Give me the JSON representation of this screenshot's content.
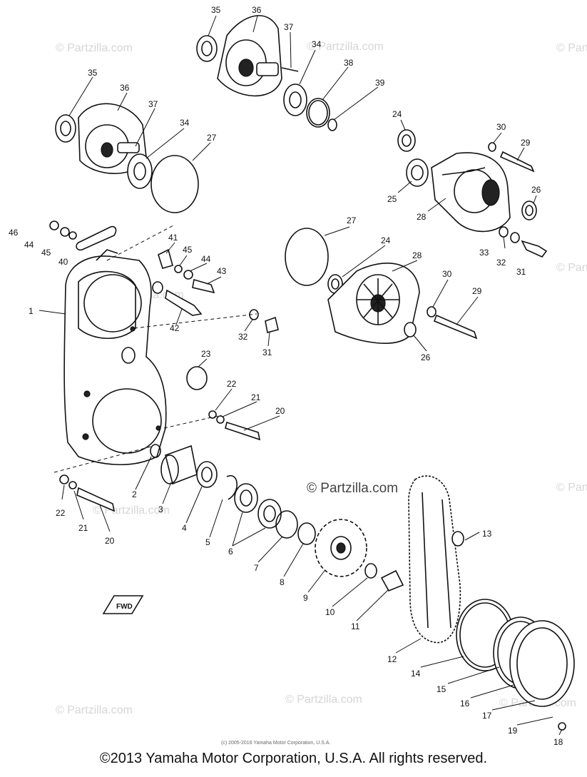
{
  "watermarks": {
    "main": "© Partzilla.com",
    "faint": "© Partzilla.com"
  },
  "fine_print": "(c) 2005-2016 Yamaha Motor Corporation, U.S.A.",
  "copyright": "©2013 Yamaha Motor Corporation, U.S.A. All rights reserved.",
  "fwd_badge": "FWD",
  "labels": {
    "l1": "1",
    "l2": "2",
    "l3": "3",
    "l4": "4",
    "l5": "5",
    "l6": "6",
    "l7": "7",
    "l8": "8",
    "l9": "9",
    "l10": "10",
    "l11": "11",
    "l12": "12",
    "l13": "13",
    "l14": "14",
    "l15": "15",
    "l16": "16",
    "l17": "17",
    "l18": "18",
    "l19": "19",
    "l20a": "20",
    "l20b": "20",
    "l21a": "21",
    "l21b": "21",
    "l22a": "22",
    "l22b": "22",
    "l23": "23",
    "l24a": "24",
    "l24b": "24",
    "l25": "25",
    "l26a": "26",
    "l26b": "26",
    "l27a": "27",
    "l27b": "27",
    "l28a": "28",
    "l28b": "28",
    "l29a": "29",
    "l29b": "29",
    "l30a": "30",
    "l30b": "30",
    "l31a": "31",
    "l31b": "31",
    "l32a": "32",
    "l32b": "32",
    "l33": "33",
    "l34a": "34",
    "l34b": "34",
    "l35a": "35",
    "l35b": "35",
    "l36a": "36",
    "l36b": "36",
    "l37a": "37",
    "l37b": "37",
    "l38": "38",
    "l39": "39",
    "l40": "40",
    "l41": "41",
    "l42": "42",
    "l43": "43",
    "l44a": "44",
    "l44b": "44",
    "l45a": "45",
    "l45b": "45",
    "l46": "46"
  }
}
